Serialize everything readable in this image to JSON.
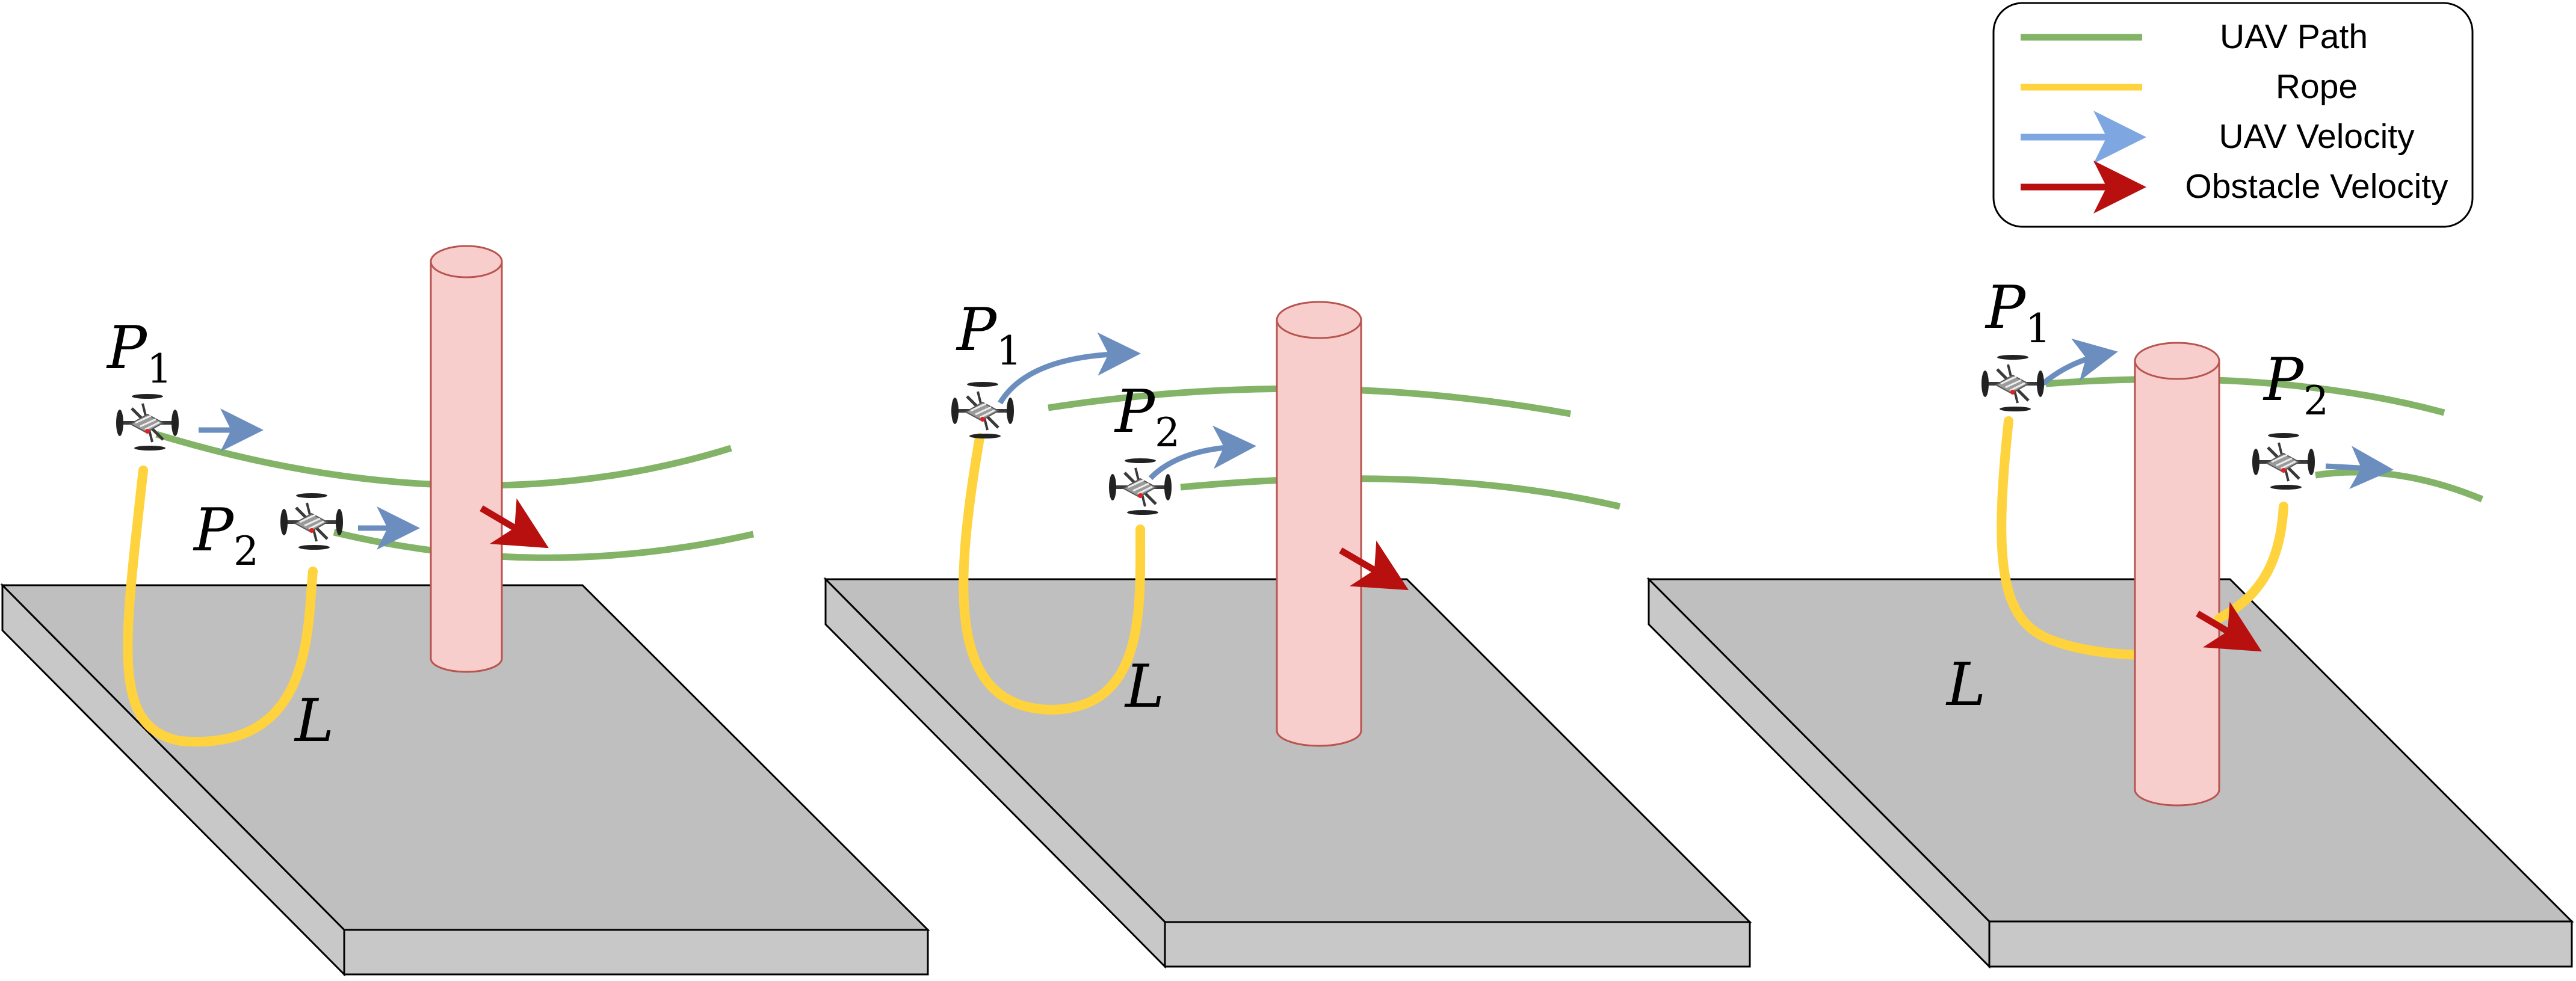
{
  "legend": {
    "items": [
      {
        "label": "UAV Path",
        "color": "#82b366",
        "kind": "line"
      },
      {
        "label": "Rope",
        "color": "#ffd33d",
        "kind": "line"
      },
      {
        "label": "UAV Velocity",
        "color": "#7ea6e0",
        "kind": "arrow"
      },
      {
        "label": "Obstacle Velocity",
        "color": "#b80f0f",
        "kind": "arrow"
      }
    ]
  },
  "labels": {
    "p": "P",
    "sub1": "1",
    "sub2": "2",
    "rope_length": "L"
  },
  "colors": {
    "platform_top": "#bfbfbf",
    "platform_side": "#c8c8c8",
    "obstacle": "#f8cecc",
    "obstacle_stroke": "#b85450",
    "uav_path": "#82b366",
    "rope": "#ffd33d",
    "uav_velocity": "#6c8ebf",
    "obstacle_velocity": "#b80f0f"
  },
  "icons": [
    "quadrotor-uav-icon"
  ]
}
